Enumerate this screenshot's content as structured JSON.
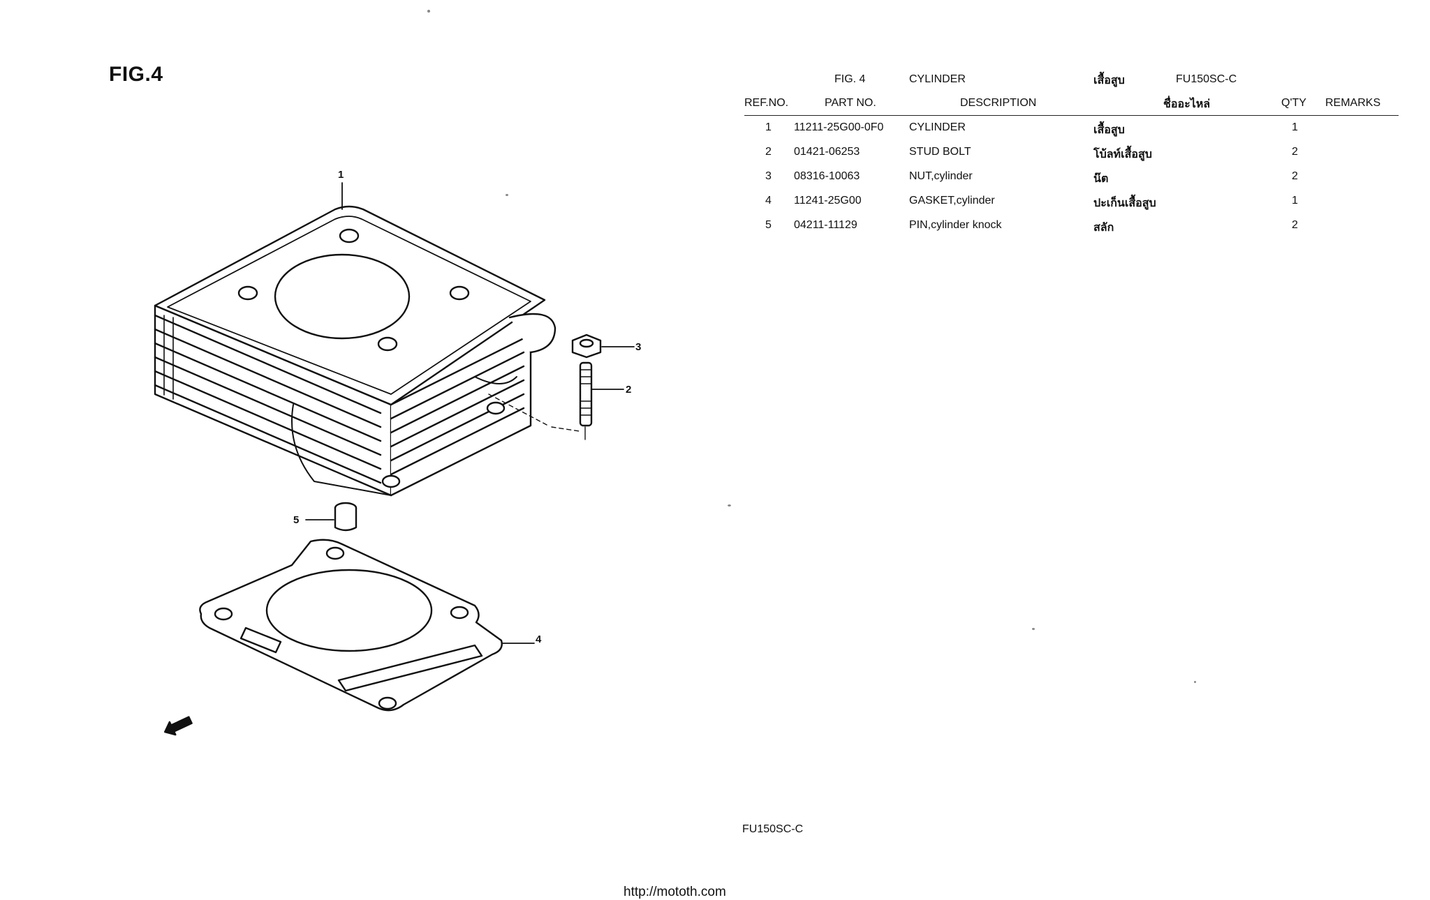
{
  "figure_label": "FIG.4",
  "header": {
    "fig": "FIG. 4",
    "name": "CYLINDER",
    "name_th": "เสื้อสูบ",
    "model": "FU150SC-C"
  },
  "columns": {
    "ref_no": "REF.NO.",
    "part_no": "PART NO.",
    "description": "DESCRIPTION",
    "description_th": "ชื่ออะไหล่",
    "qty": "Q'TY",
    "remarks": "REMARKS"
  },
  "parts": [
    {
      "ref": "1",
      "part_no": "11211-25G00-0F0",
      "description": "CYLINDER",
      "description_th": "เสื้อสูบ",
      "qty": "1"
    },
    {
      "ref": "2",
      "part_no": "01421-06253",
      "description": "STUD BOLT",
      "description_th": "โบ้ลท์เสื้อสูบ",
      "qty": "2"
    },
    {
      "ref": "3",
      "part_no": "08316-10063",
      "description": "NUT,cylinder",
      "description_th": "น๊ต",
      "qty": "2"
    },
    {
      "ref": "4",
      "part_no": "11241-25G00",
      "description": "GASKET,cylinder",
      "description_th": "ปะเก็นเสื้อสูบ",
      "qty": "1"
    },
    {
      "ref": "5",
      "part_no": "04211-11129",
      "description": "PIN,cylinder knock",
      "description_th": "สลัก",
      "qty": "2"
    }
  ],
  "callouts": {
    "c1": "1",
    "c2": "2",
    "c3": "3",
    "c4": "4",
    "c5": "5"
  },
  "footer": {
    "model": "FU150SC-C",
    "url": "http://mototh.com"
  }
}
